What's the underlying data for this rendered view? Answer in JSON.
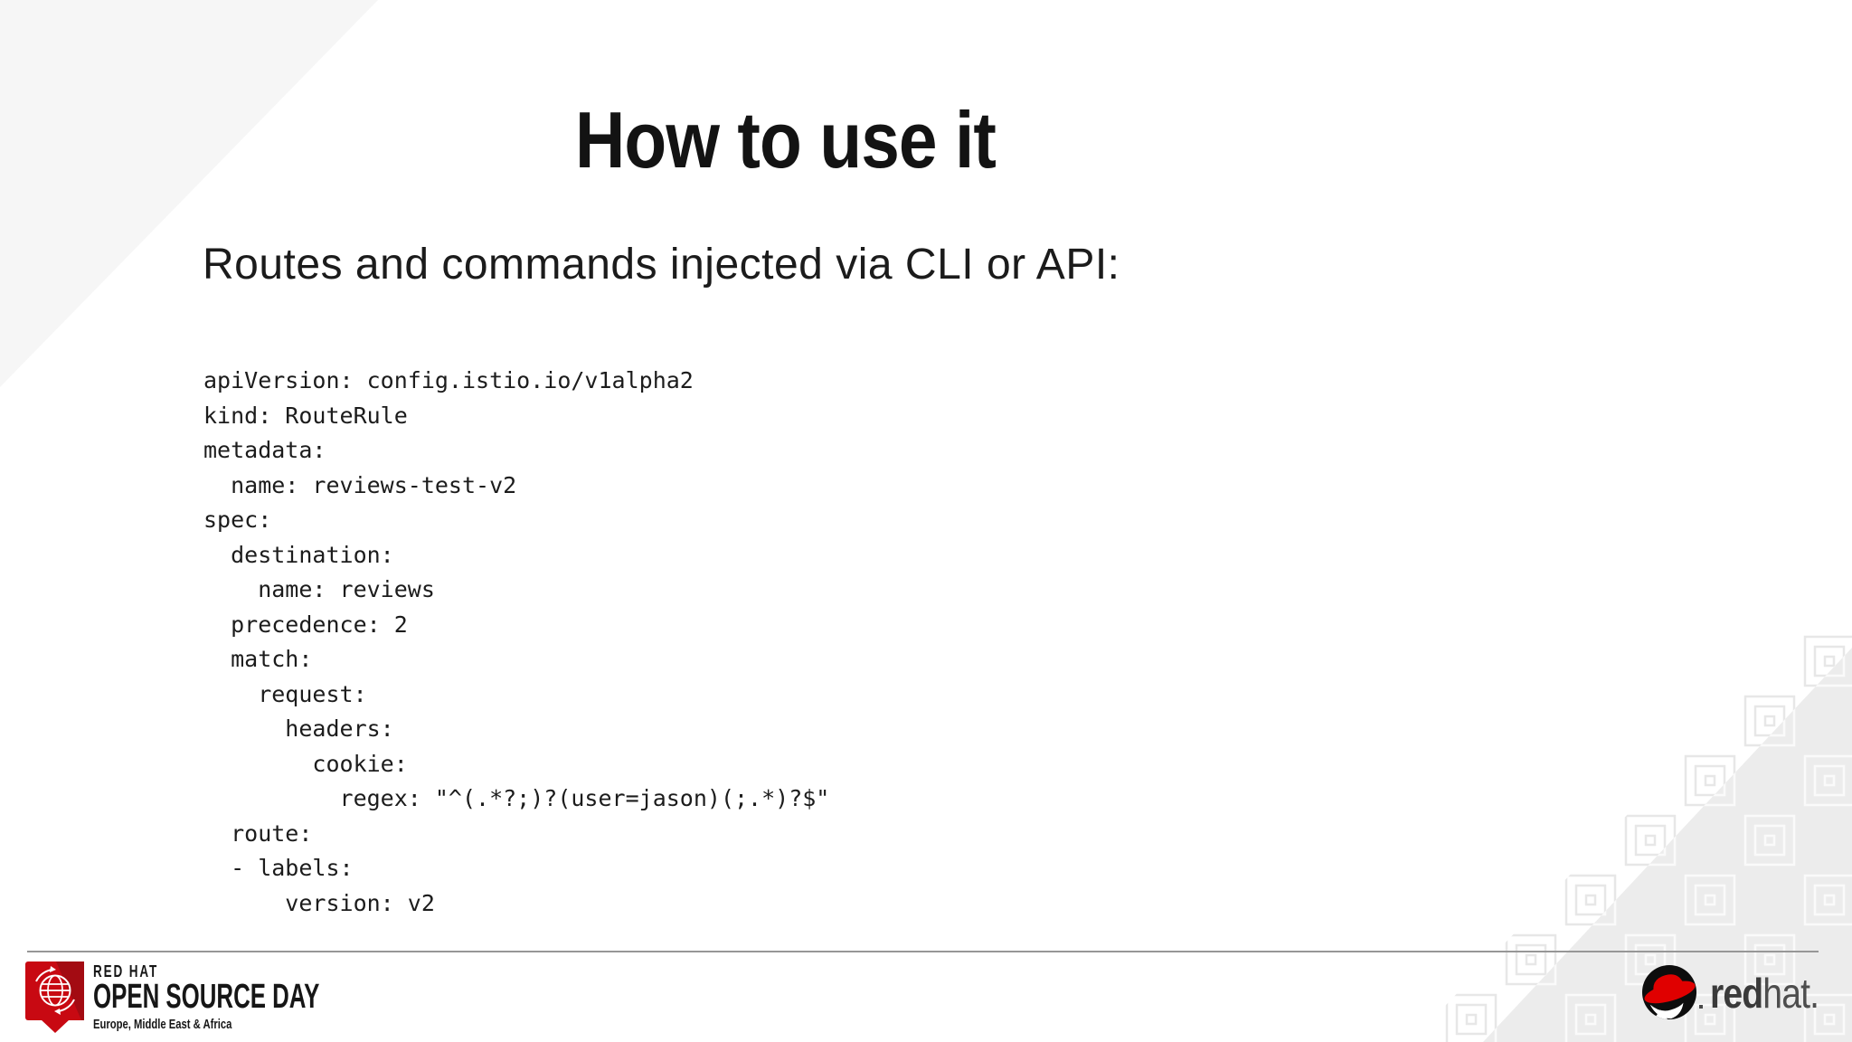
{
  "slide": {
    "title": "How to use it",
    "subtitle": "Routes and commands injected via CLI or API:",
    "code": {
      "language": "yaml",
      "lines": [
        "apiVersion: config.istio.io/v1alpha2",
        "kind: RouteRule",
        "metadata:",
        "  name: reviews-test-v2",
        "spec:",
        "  destination:",
        "    name: reviews",
        "  precedence: 2",
        "  match:",
        "    request:",
        "      headers:",
        "        cookie:",
        "          regex: \"^(.*?;)?(user=jason)(;.*)?$\"",
        "  route:",
        "  - labels:",
        "      version: v2"
      ]
    }
  },
  "footer": {
    "event_logo": {
      "brand": "RED HAT",
      "event": "OPEN SOURCE DAY",
      "region": "Europe, Middle East & Africa"
    },
    "vendor_logo": {
      "word_bold": "red",
      "word_light": "hat."
    }
  },
  "colors": {
    "redhat_red": "#c80912",
    "redhat_red_dark": "#a30b12",
    "shadowman_red": "#e00000",
    "text_dark": "#1a1a1a",
    "footer_rule": "#979797",
    "corner_gray": "#ececec",
    "pattern_line_light": "#e7e7e7",
    "pattern_line_white": "#fafafa",
    "topleft_gray": "#f6f6f6"
  }
}
